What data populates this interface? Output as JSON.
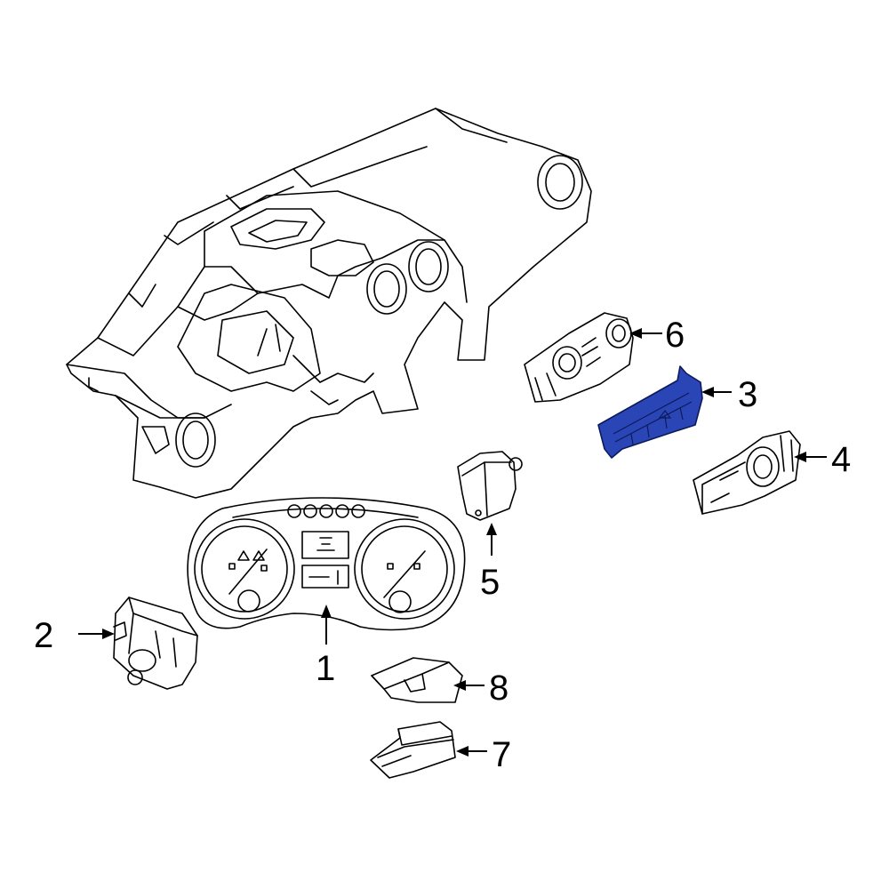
{
  "callouts": [
    {
      "id": "1",
      "label": "1"
    },
    {
      "id": "2",
      "label": "2"
    },
    {
      "id": "3",
      "label": "3",
      "highlighted": true
    },
    {
      "id": "4",
      "label": "4"
    },
    {
      "id": "5",
      "label": "5"
    },
    {
      "id": "6",
      "label": "6"
    },
    {
      "id": "7",
      "label": "7"
    },
    {
      "id": "8",
      "label": "8"
    }
  ],
  "colors": {
    "highlight": "#2a46b6",
    "line": "#000000",
    "background": "#ffffff"
  }
}
